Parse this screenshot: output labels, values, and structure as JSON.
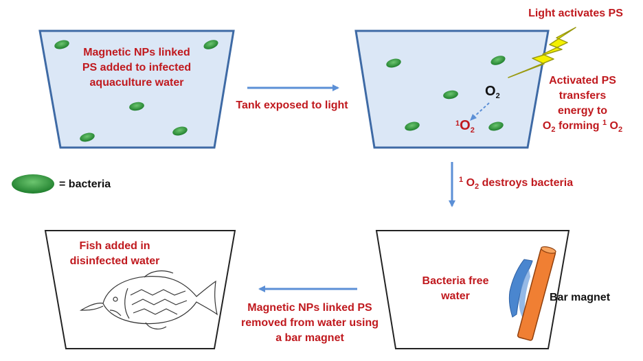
{
  "colors": {
    "tank_fill": "#dbe7f6",
    "tank_stroke": "#3e6aa5",
    "bacteria": "#2f9a3b",
    "label_red": "#c0191e",
    "arrow_blue": "#5b8fd6",
    "lightning": "#f4f000",
    "magnet": "#f07f33",
    "magnetic_cluster": "#4a86cf"
  },
  "icons": [
    "bacteria-icon",
    "lightning-icon",
    "bar-magnet-icon",
    "fish-icon"
  ],
  "tank1": {
    "label_lines": [
      "Magnetic NPs linked",
      "PS added to infected",
      "aquaculture water"
    ]
  },
  "arrow1": {
    "label": "Tank exposed to light"
  },
  "tank2": {
    "light_label": "Light activates PS",
    "o2_text": "O",
    "o2_sub": "2",
    "singlet_sup": "1",
    "singlet_text": "O",
    "singlet_sub": "2",
    "activated_lines": [
      "Activated PS",
      "transfers",
      "energy to"
    ],
    "forming_prefix": "O",
    "forming_sub": "2",
    "forming_mid": " forming ",
    "forming_sup": "1",
    "forming_suffix": " O",
    "forming_sub2": "2"
  },
  "arrow2": {
    "sup": "1",
    "text": " O",
    "sub": "2",
    "rest": " destroys bacteria"
  },
  "legend": {
    "label": "= bacteria"
  },
  "tank3": {
    "label_lines": [
      "Bacteria free",
      "water"
    ],
    "magnet_label": "Bar magnet"
  },
  "arrow3": {
    "label_lines": [
      "Magnetic NPs linked PS",
      "removed from water using",
      "a bar magnet"
    ]
  },
  "tank4": {
    "label_lines": [
      "Fish added in",
      "disinfected water"
    ]
  }
}
